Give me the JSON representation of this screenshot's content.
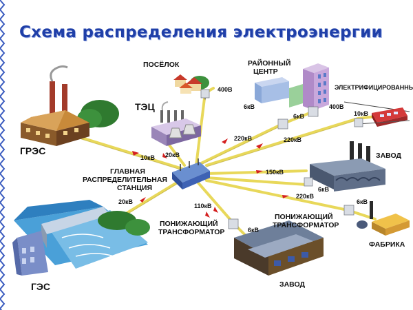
{
  "title": "Схема распределения электроэнергии",
  "facilities": {
    "gres": "ГРЭС",
    "tec": "ТЭЦ",
    "ges": "ГЭС",
    "poselok": "ПОСЁЛОК",
    "rayonny_1": "РАЙОННЫЙ",
    "rayonny_2": "ЦЕНТР",
    "transport": "ЭЛЕКТРИФИЦИРОВАННЫЙ ТРАНСПОРТ",
    "zavod_right": "ЗАВОД",
    "zavod_bottom": "ЗАВОД",
    "fabrika": "ФАБРИКА",
    "main_station_1": "ГЛАВНАЯ",
    "main_station_2": "РАСПРЕДЕЛИТЕЛЬНАЯ",
    "main_station_3": "СТАНЦИЯ",
    "trans_left_1": "ПОНИЖАЮЩИЙ",
    "trans_left_2": "ТРАНСФОРМАТОР",
    "trans_right_1": "ПОНИЖАЮЩИЙ",
    "trans_right_2": "ТРАНСФОРМАТОР"
  },
  "voltages": {
    "gres_line": "10кВ",
    "tec_line": "20кВ",
    "ges_line": "20кВ",
    "poselok": "400В",
    "rayonny_line": "6кВ",
    "rayonny_trans": "6кВ",
    "rayonny": "400В",
    "line_220_a": "220кВ",
    "line_220_b": "220кВ",
    "transport": "10кВ",
    "zavod_150": "150кВ",
    "zavod_6": "6кВ",
    "line_220_c": "220кВ",
    "fabrika": "6кВ",
    "line_110": "110кВ",
    "zavod_bottom": "6кВ"
  },
  "colors": {
    "title": "#1f3fa8",
    "line": "#f0e27a",
    "arrow": "#d42020",
    "water": "#4aa0d8",
    "building_blue": "#8aa8d8"
  }
}
